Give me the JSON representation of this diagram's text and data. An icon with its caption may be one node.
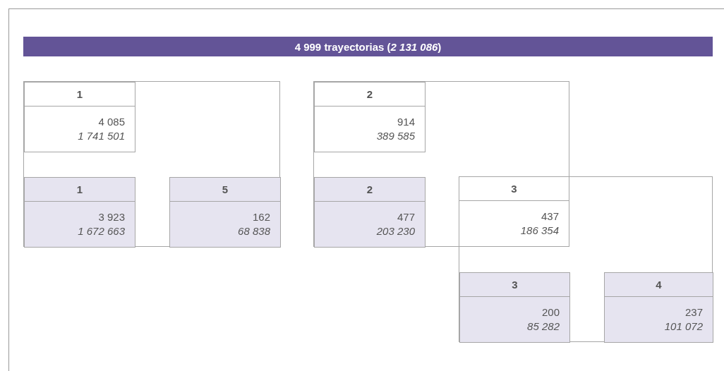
{
  "diagram": {
    "nodes": [
      {
        "text": [
          "4 999 trayectorias (*2 131 086*)"
        ]
      },
      {
        "text": [],
        "shape": "box"
      },
      {
        "text": [
          "1",
          "4 085",
          "1 741 501"
        ],
        "in": 1
      },
      {
        "text": [
          "1",
          "3 923",
          "1 672 663"
        ],
        "in": 1
      },
      {
        "text": [
          "5",
          "162",
          "68 838"
        ],
        "in": 1
      },
      {
        "text": [],
        "shape": "box"
      },
      {
        "text": [
          "2",
          "914",
          "389 585"
        ],
        "in": 5
      },
      {
        "text": [
          "2",
          "477",
          "203 230"
        ],
        "in": 5
      },
      {
        "text": [],
        "shape": "box"
      },
      {
        "text": [
          "3",
          "437",
          "186 354"
        ]
      },
      {
        "text": [
          "3",
          "200",
          "85 282"
        ],
        "in": 8
      },
      {
        "text": [
          "4",
          "237",
          "101 072"
        ],
        "in": 8
      }
    ],
    "edges": []
  }
}
